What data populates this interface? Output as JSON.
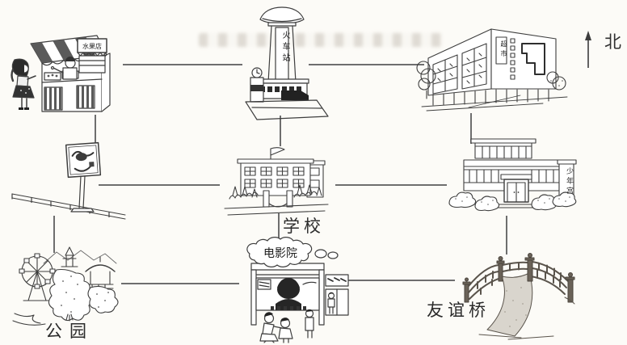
{
  "page": {
    "background": "#fcfbf7",
    "ink": "#4a4a4a",
    "connector_color": "#6e6e6e"
  },
  "compass": {
    "label": "北"
  },
  "locations": {
    "fruit_shop": {
      "label": "水果店"
    },
    "train_station": {
      "label": "火车站"
    },
    "supermarket": {
      "label": "超市"
    },
    "signpost": {},
    "school": {
      "label": "学校"
    },
    "youth_palace": {
      "label": "少年宫"
    },
    "park": {
      "label": "公园"
    },
    "cinema": {
      "label": "电影院"
    },
    "bridge": {
      "label": "友谊桥"
    }
  },
  "grid": {
    "rows": [
      [
        "fruit_shop",
        "train_station",
        "supermarket"
      ],
      [
        "signpost",
        "school",
        "youth_palace"
      ],
      [
        "park",
        "cinema",
        "bridge"
      ]
    ]
  },
  "connections": [
    [
      "fruit_shop",
      "train_station"
    ],
    [
      "train_station",
      "supermarket"
    ],
    [
      "fruit_shop",
      "signpost"
    ],
    [
      "train_station",
      "school"
    ],
    [
      "supermarket",
      "youth_palace"
    ],
    [
      "signpost",
      "school"
    ],
    [
      "school",
      "youth_palace"
    ],
    [
      "signpost",
      "park"
    ],
    [
      "school",
      "cinema"
    ],
    [
      "youth_palace",
      "bridge"
    ],
    [
      "park",
      "cinema"
    ],
    [
      "cinema",
      "bridge"
    ]
  ]
}
